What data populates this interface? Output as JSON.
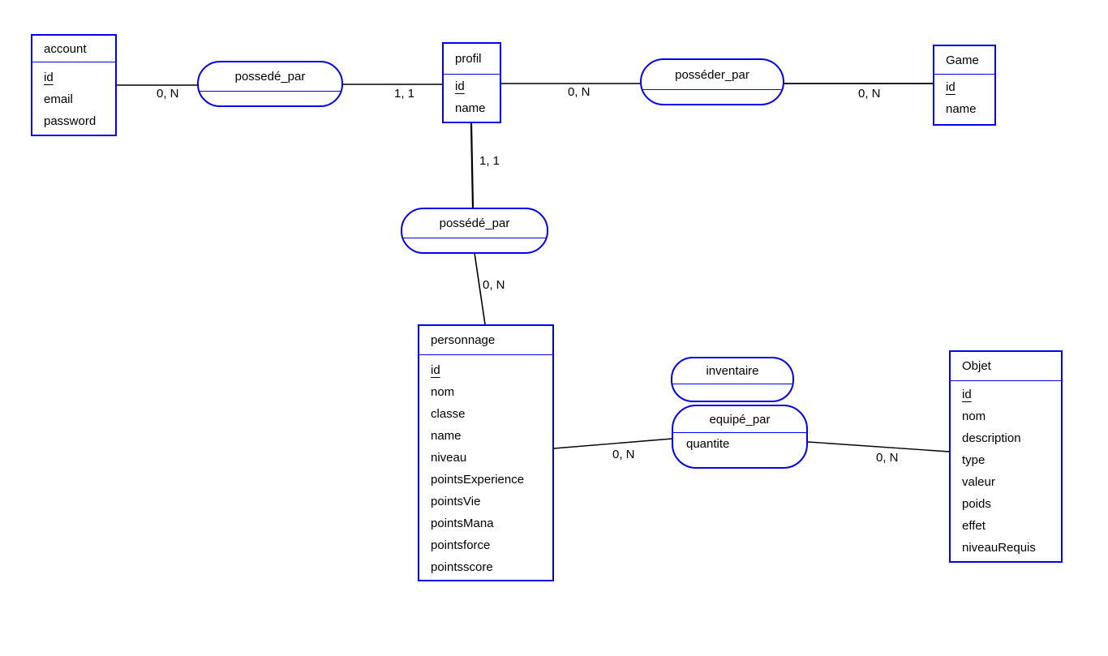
{
  "colors": {
    "shape_border": "#0000ee",
    "divider": "#0000ee",
    "connector": "#000000",
    "text": "#000000",
    "background": "#ffffff"
  },
  "entities": {
    "account": {
      "title": "account",
      "primary_key": "id",
      "attributes": [
        "id",
        "email",
        "password"
      ]
    },
    "profil": {
      "title": "profil",
      "primary_key": "id",
      "attributes": [
        "id",
        "name"
      ]
    },
    "game": {
      "title": "Game",
      "primary_key": "id",
      "attributes": [
        "id",
        "name"
      ]
    },
    "personnage": {
      "title": "personnage",
      "primary_key": "id",
      "attributes": [
        "id",
        "nom",
        "classe",
        "name",
        "niveau",
        "pointsExperience",
        "pointsVie",
        "pointsMana",
        "pointsforce",
        "pointsscore"
      ]
    },
    "objet": {
      "title": "Objet",
      "primary_key": "id",
      "attributes": [
        "id",
        "nom",
        "description",
        "type",
        "valeur",
        "poids",
        "effet",
        "niveauRequis"
      ]
    }
  },
  "relations": {
    "possede_par_1": {
      "title": "possedé_par",
      "attributes": []
    },
    "posseder_par": {
      "title": "posséder_par",
      "attributes": []
    },
    "possede_par_2": {
      "title": "possédé_par",
      "attributes": []
    },
    "inventaire": {
      "title": "inventaire",
      "attributes": []
    },
    "equipe_par": {
      "title": "equipé_par",
      "attributes": [
        "quantite"
      ]
    }
  },
  "cardinalities": [
    {
      "text": "0, N",
      "between": "account - possedé_par"
    },
    {
      "text": "1, 1",
      "between": "possedé_par - profil"
    },
    {
      "text": "0, N",
      "between": "profil - posséder_par"
    },
    {
      "text": "0, N",
      "between": "posséder_par - Game"
    },
    {
      "text": "1, 1",
      "between": "profil - possédé_par"
    },
    {
      "text": "0, N",
      "between": "possédé_par - personnage"
    },
    {
      "text": "0, N",
      "between": "personnage - equipé_par"
    },
    {
      "text": "0, N",
      "between": "equipé_par - Objet"
    }
  ]
}
